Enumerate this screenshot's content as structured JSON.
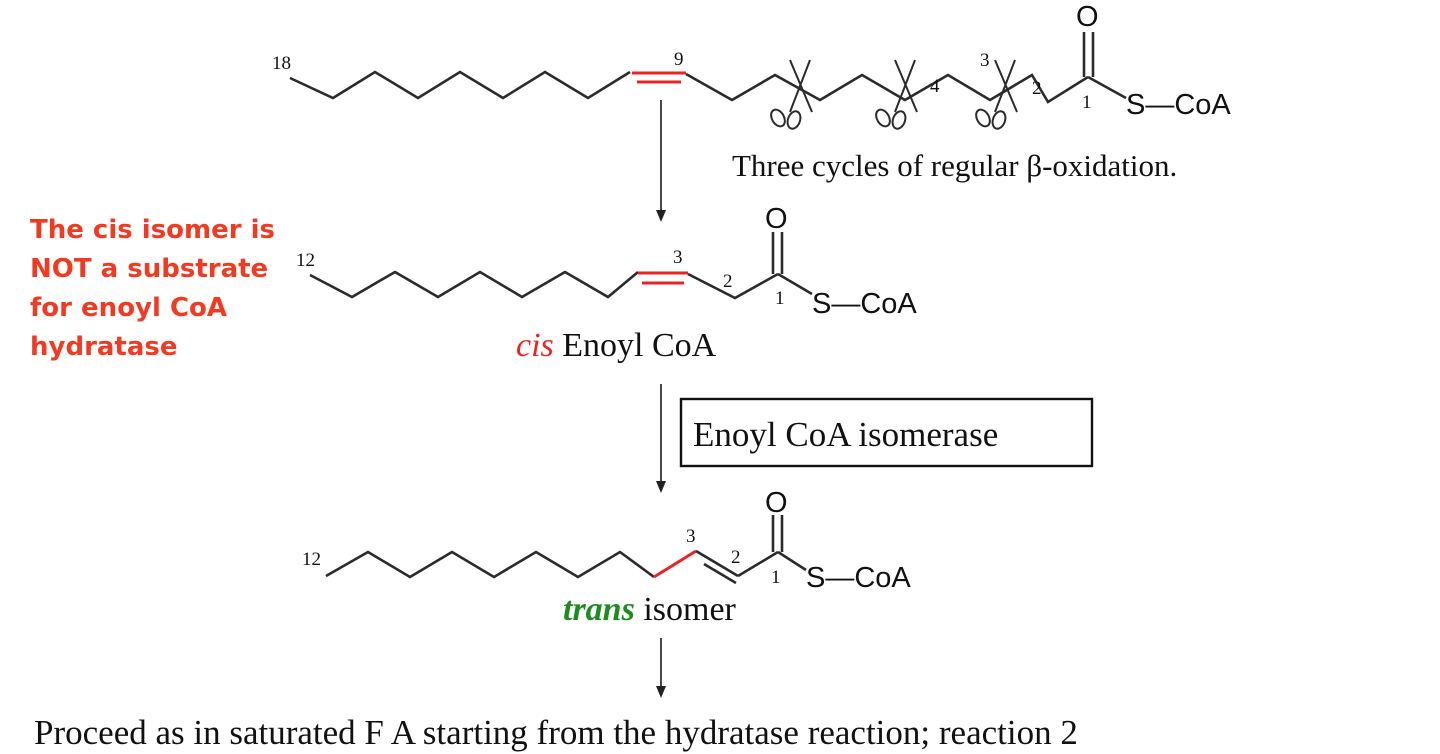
{
  "molecule1": {
    "carbon_labels": {
      "c18": "18",
      "c9": "9",
      "c4": "4",
      "c3": "3",
      "c2": "2",
      "c1": "1"
    },
    "oxygen": "O",
    "coa": "S—CoA",
    "caption": "Three cycles of regular β-oxidation."
  },
  "note": {
    "lines": [
      "The cis isomer is",
      "NOT a substrate",
      "for enoyl CoA",
      "hydratase"
    ]
  },
  "molecule2": {
    "carbon_labels": {
      "c12": "12",
      "c3": "3",
      "c2": "2",
      "c1": "1"
    },
    "oxygen": "O",
    "coa": "S—CoA",
    "name_prefix": "cis",
    "name_rest": " Enoyl CoA"
  },
  "enzyme": {
    "label": "Enoyl CoA isomerase"
  },
  "molecule3": {
    "carbon_labels": {
      "c12": "12",
      "c3": "3",
      "c2": "2",
      "c1": "1"
    },
    "oxygen": "O",
    "coa": "S—CoA",
    "name_prefix": "trans",
    "name_rest": " isomer"
  },
  "footer": {
    "text": "Proceed as in saturated F A starting from the hydratase reaction; reaction 2"
  },
  "colors": {
    "highlight_red": "#ee2222",
    "note_red": "#f03a22",
    "trans_green": "#1f8a1f",
    "ink": "#111111"
  }
}
